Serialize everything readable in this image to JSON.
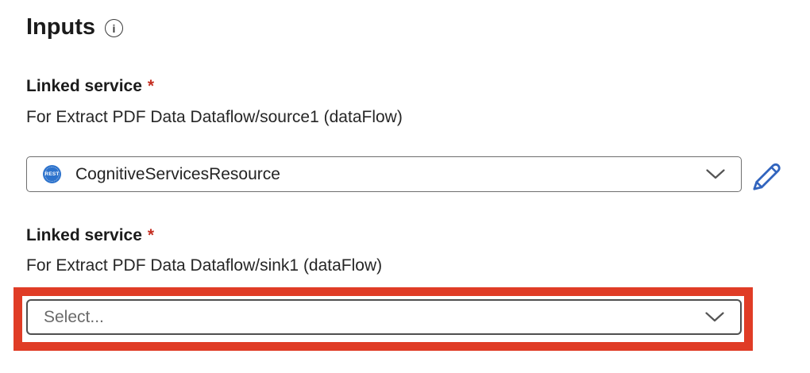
{
  "header": {
    "title": "Inputs"
  },
  "icons": {
    "info_glyph": "i",
    "rest_label": "REST"
  },
  "fields": [
    {
      "label": "Linked service",
      "required_marker": "*",
      "description": "For Extract PDF Data Dataflow/source1 (dataFlow)",
      "value": "CognitiveServicesResource"
    },
    {
      "label": "Linked service",
      "required_marker": "*",
      "description": "For Extract PDF Data Dataflow/sink1 (dataFlow)",
      "placeholder": "Select..."
    }
  ],
  "colors": {
    "annotation_highlight": "#e03c26",
    "required_red": "#c52e21",
    "edit_icon_blue": "#3164be",
    "rest_icon_blue": "#2c72cc",
    "dropdown_border": "#6e6e6e",
    "placeholder_gray": "#6a6a6a",
    "text_dark": "#1b1b1b"
  }
}
